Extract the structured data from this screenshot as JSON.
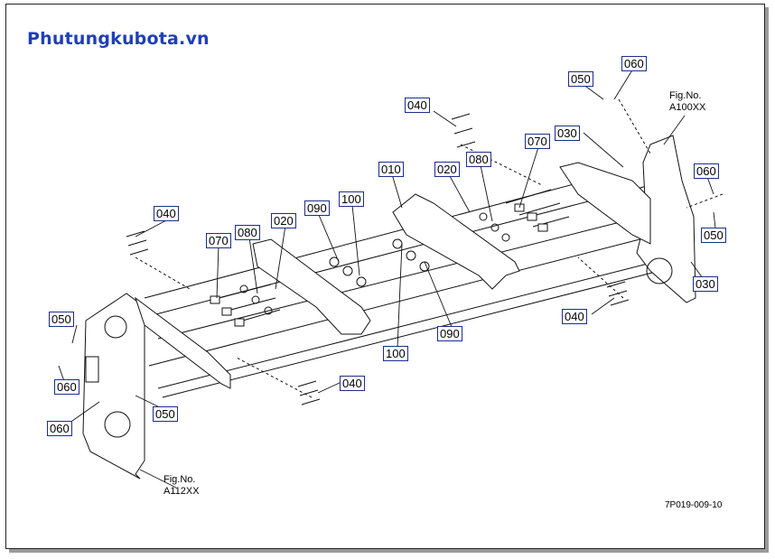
{
  "watermark": "Phutungkubota.vn",
  "drawing_number": "7P019-009-10",
  "fig_refs": {
    "top_right": {
      "line1": "Fig.No.",
      "line2": "A100XX"
    },
    "bottom_left": {
      "line1": "Fig.No.",
      "line2": "A112XX"
    }
  },
  "callouts": {
    "c010": "010",
    "c020_a": "020",
    "c020_b": "020",
    "c030_a": "030",
    "c030_b": "030",
    "c040_a": "040",
    "c040_b": "040",
    "c040_c": "040",
    "c040_d": "040",
    "c050_a": "050",
    "c050_b": "050",
    "c050_c": "050",
    "c050_d": "050",
    "c060_a": "060",
    "c060_b": "060",
    "c060_c": "060",
    "c060_d": "060",
    "c070_a": "070",
    "c070_b": "070",
    "c080_a": "080",
    "c080_b": "080",
    "c090_a": "090",
    "c090_b": "090",
    "c100_a": "100",
    "c100_b": "100"
  }
}
